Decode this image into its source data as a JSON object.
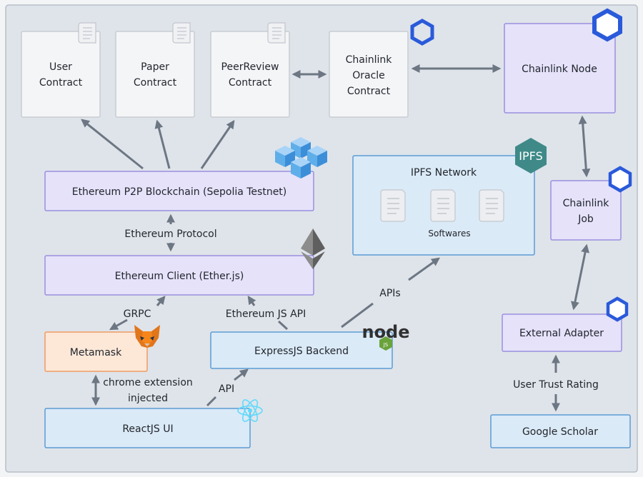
{
  "colors": {
    "background": "#dfe4ea",
    "white_box": "#f4f5f7",
    "purple_box": "#e5e2fa",
    "purple_border": "#9a8fe0",
    "blue_box": "#dbeaf7",
    "blue_border": "#5b9bd5",
    "orange_box": "#fde8d8",
    "orange_border": "#ef9b63",
    "arrow": "#6d7683",
    "chainlink": "#2a5ada"
  },
  "nodes": {
    "user_contract": "User\nContract",
    "paper_contract": "Paper\nContract",
    "peerreview_contract": "PeerReview\nContract",
    "chainlink_oracle_contract": "Chainlink\nOracle\nContract",
    "chainlink_node": "Chainlink Node",
    "ethereum_p2p": "Ethereum P2P Blockchain (Sepolia Testnet)",
    "ipfs_network": "IPFS Network",
    "ipfs_files_label": "Softwares",
    "chainlink_job": "Chainlink\nJob",
    "ethereum_client": "Ethereum Client (Ether.js)",
    "metamask": "Metamask",
    "expressjs_backend": "ExpressJS Backend",
    "external_adapter": "External Adapter",
    "reactjs_ui": "ReactJS UI",
    "google_scholar": "Google Scholar"
  },
  "edge_labels": {
    "ethereum_protocol": "Ethereum Protocol",
    "grpc": "GRPC",
    "ethereum_js_api": "Ethereum JS API",
    "apis": "APIs",
    "chrome_extension": "chrome extension\ninjected",
    "api": "API",
    "user_trust_rating": "User Trust Rating"
  },
  "icons": {
    "ipfs_logo_text": "IPFS",
    "node_logo_text": "node",
    "node_js_badge": "JS"
  }
}
